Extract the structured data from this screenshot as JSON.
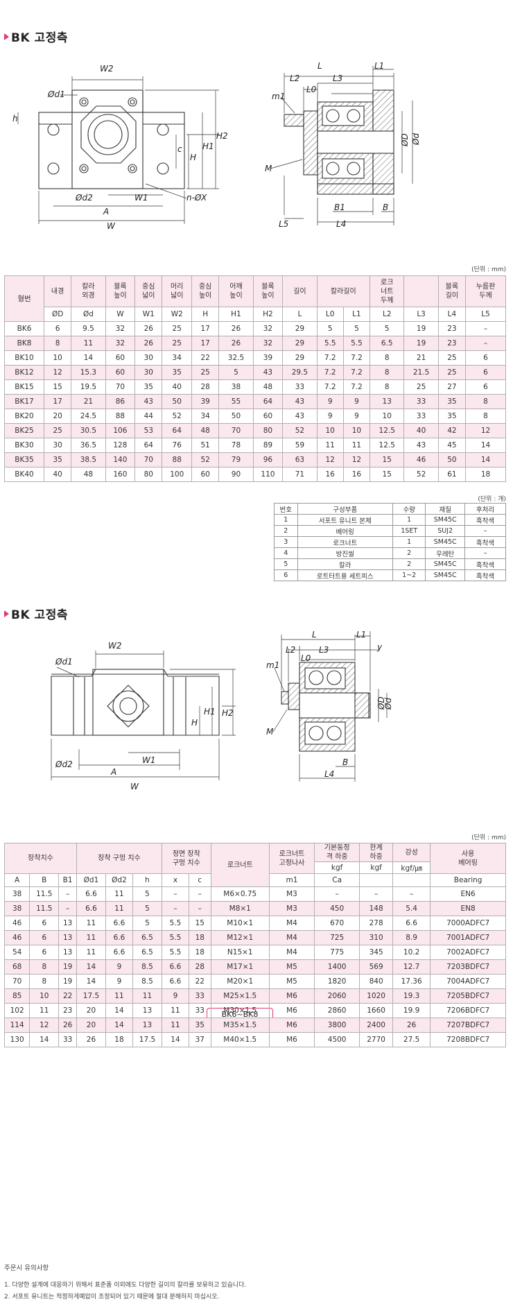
{
  "section1": {
    "title": "BK 고정측"
  },
  "section2": {
    "title": "BK 고정측"
  },
  "drawing1_front_labels": {
    "w2": "W2",
    "d1": "Ød1",
    "h": "h",
    "c": "c",
    "H": "H",
    "H1": "H1",
    "H2": "H2",
    "d2": "Ød2",
    "W1": "W1",
    "nX": "n-ØX",
    "A": "A",
    "W": "W"
  },
  "drawing1_side_labels": {
    "L": "L",
    "L1": "L1",
    "L2": "L2",
    "L3": "L3",
    "L0": "L0",
    "m1": "m1",
    "M": "M",
    "D": "ØD",
    "d": "Ød",
    "B1": "B1",
    "B": "B",
    "L5": "L5",
    "L4": "L4"
  },
  "drawing2_front_labels": {
    "w2": "W2",
    "d1": "Ød1",
    "H": "H",
    "H1": "H1",
    "H2": "H2",
    "d2": "Ød2",
    "W1": "W1",
    "A": "A",
    "W": "W"
  },
  "drawing2_side_labels": {
    "L": "L",
    "L1": "L1",
    "L2": "L2",
    "L3": "L3",
    "L0": "L0",
    "y": "y",
    "m1": "m1",
    "M": "M",
    "D": "ØD",
    "d": "Ød",
    "B": "B",
    "L4": "L4"
  },
  "bk_range_label": "BK6~BK8",
  "table1": {
    "unit": "(단위 : mm)",
    "header_row1": [
      "형번",
      "내경",
      "칼라\n외경",
      "블록\n높이",
      "중심\n넓이",
      "머리\n넓이",
      "중심\n높이",
      "어깨\n높이",
      "블록\n높이",
      "길이",
      "칼라길이",
      "로크\n너트\n두께",
      "",
      "블록\n길이",
      "누름판\n두께"
    ],
    "header_row2": [
      "ØD",
      "Ød",
      "W",
      "W1",
      "W2",
      "H",
      "H1",
      "H2",
      "L",
      "L0",
      "L1",
      "L2",
      "L3",
      "L4",
      "L5"
    ],
    "rows": [
      [
        "BK6",
        "6",
        "9.5",
        "32",
        "26",
        "25",
        "17",
        "26",
        "32",
        "29",
        "5",
        "5",
        "5",
        "19",
        "23",
        "–"
      ],
      [
        "BK8",
        "8",
        "11",
        "32",
        "26",
        "25",
        "17",
        "26",
        "32",
        "29",
        "5.5",
        "5.5",
        "6.5",
        "19",
        "23",
        "–"
      ],
      [
        "BK10",
        "10",
        "14",
        "60",
        "30",
        "34",
        "22",
        "32.5",
        "39",
        "29",
        "7.2",
        "7.2",
        "8",
        "21",
        "25",
        "6"
      ],
      [
        "BK12",
        "12",
        "15.3",
        "60",
        "30",
        "35",
        "25",
        "5",
        "43",
        "29.5",
        "7.2",
        "7.2",
        "8",
        "21.5",
        "25",
        "6"
      ],
      [
        "BK15",
        "15",
        "19.5",
        "70",
        "35",
        "40",
        "28",
        "38",
        "48",
        "33",
        "7.2",
        "7.2",
        "8",
        "25",
        "27",
        "6"
      ],
      [
        "BK17",
        "17",
        "21",
        "86",
        "43",
        "50",
        "39",
        "55",
        "64",
        "43",
        "9",
        "9",
        "13",
        "33",
        "35",
        "8"
      ],
      [
        "BK20",
        "20",
        "24.5",
        "88",
        "44",
        "52",
        "34",
        "50",
        "60",
        "43",
        "9",
        "9",
        "10",
        "33",
        "35",
        "8"
      ],
      [
        "BK25",
        "25",
        "30.5",
        "106",
        "53",
        "64",
        "48",
        "70",
        "80",
        "52",
        "10",
        "10",
        "12.5",
        "40",
        "42",
        "12"
      ],
      [
        "BK30",
        "30",
        "36.5",
        "128",
        "64",
        "76",
        "51",
        "78",
        "89",
        "59",
        "11",
        "11",
        "12.5",
        "43",
        "45",
        "14"
      ],
      [
        "BK35",
        "35",
        "38.5",
        "140",
        "70",
        "88",
        "52",
        "79",
        "96",
        "63",
        "12",
        "12",
        "15",
        "46",
        "50",
        "14"
      ],
      [
        "BK40",
        "40",
        "48",
        "160",
        "80",
        "100",
        "60",
        "90",
        "110",
        "71",
        "16",
        "16",
        "15",
        "52",
        "61",
        "18"
      ]
    ]
  },
  "parts_table": {
    "unit": "(단위 : 개)",
    "headers": [
      "번호",
      "구성부품",
      "수량",
      "재질",
      "후처리"
    ],
    "rows": [
      [
        "1",
        "서포트 유니트 본체",
        "1",
        "SM45C",
        "흑착색"
      ],
      [
        "2",
        "베어링",
        "1SET",
        "SUJ2",
        "–"
      ],
      [
        "3",
        "로크너트",
        "1",
        "SM45C",
        "흑착색"
      ],
      [
        "4",
        "방진씰",
        "2",
        "우레탄",
        "–"
      ],
      [
        "5",
        "칼라",
        "2",
        "SM45C",
        "흑착색"
      ],
      [
        "6",
        "로트터트용 세트피스",
        "1~2",
        "SM45C",
        "흑착색"
      ]
    ]
  },
  "table2": {
    "unit": "(단위 : mm)",
    "group_headers": [
      "장착치수",
      "장착 구멍 치수",
      "정면 장착\n구멍 치수",
      "로크너트",
      "로크너트\n고정나사",
      "기본동정\n격 하중",
      "한계\n하중",
      "강성",
      "사용\n베어링"
    ],
    "sub_units": [
      "kgf",
      "kgf",
      "kgf/㎛"
    ],
    "header_row2": [
      "A",
      "B",
      "B1",
      "Ød1",
      "Ød2",
      "h",
      "x",
      "c",
      "",
      "m1",
      "Ca",
      "",
      "",
      "Bearing"
    ],
    "rows": [
      [
        "38",
        "11.5",
        "–",
        "6.6",
        "11",
        "5",
        "–",
        "–",
        "M6×0.75",
        "M3",
        "–",
        "–",
        "–",
        "EN6"
      ],
      [
        "38",
        "11.5",
        "–",
        "6.6",
        "11",
        "5",
        "–",
        "–",
        "M8×1",
        "M3",
        "450",
        "148",
        "5.4",
        "EN8"
      ],
      [
        "46",
        "6",
        "13",
        "11",
        "6.6",
        "5",
        "5.5",
        "15",
        "M10×1",
        "M4",
        "670",
        "278",
        "6.6",
        "7000ADFC7"
      ],
      [
        "46",
        "6",
        "13",
        "11",
        "6.6",
        "6.5",
        "5.5",
        "18",
        "M12×1",
        "M4",
        "725",
        "310",
        "8.9",
        "7001ADFC7"
      ],
      [
        "54",
        "6",
        "13",
        "11",
        "6.6",
        "6.5",
        "5.5",
        "18",
        "N15×1",
        "M4",
        "775",
        "345",
        "10.2",
        "7002ADFC7"
      ],
      [
        "68",
        "8",
        "19",
        "14",
        "9",
        "8.5",
        "6.6",
        "28",
        "M17×1",
        "M5",
        "1400",
        "569",
        "12.7",
        "7203BDFC7"
      ],
      [
        "70",
        "8",
        "19",
        "14",
        "9",
        "8.5",
        "6.6",
        "22",
        "M20×1",
        "M5",
        "1820",
        "840",
        "17.36",
        "7004ADFC7"
      ],
      [
        "85",
        "10",
        "22",
        "17.5",
        "11",
        "11",
        "9",
        "33",
        "M25×1.5",
        "M6",
        "2060",
        "1020",
        "19.3",
        "7205BDFC7"
      ],
      [
        "102",
        "11",
        "23",
        "20",
        "14",
        "13",
        "11",
        "33",
        "M30×1.5",
        "M6",
        "2860",
        "1660",
        "19.9",
        "7206BDFC7"
      ],
      [
        "114",
        "12",
        "26",
        "20",
        "14",
        "13",
        "11",
        "35",
        "M35×1.5",
        "M6",
        "3800",
        "2400",
        "26",
        "7207BDFC7"
      ],
      [
        "130",
        "14",
        "33",
        "26",
        "18",
        "17.5",
        "14",
        "37",
        "M40×1.5",
        "M6",
        "4500",
        "2770",
        "27.5",
        "7208BDFC7"
      ]
    ]
  },
  "notes": {
    "title": "주문시 유의사항",
    "items": [
      "1. 다양한 설계에 대응하기 위해서 표준품 이외에도 다양한 길이의 칼라를 보유하고 있습니다.",
      "2. 서포트 유니트는 적정하게예압이 조정되어 있기 때문에 절대 분해하지 마십시오."
    ]
  }
}
